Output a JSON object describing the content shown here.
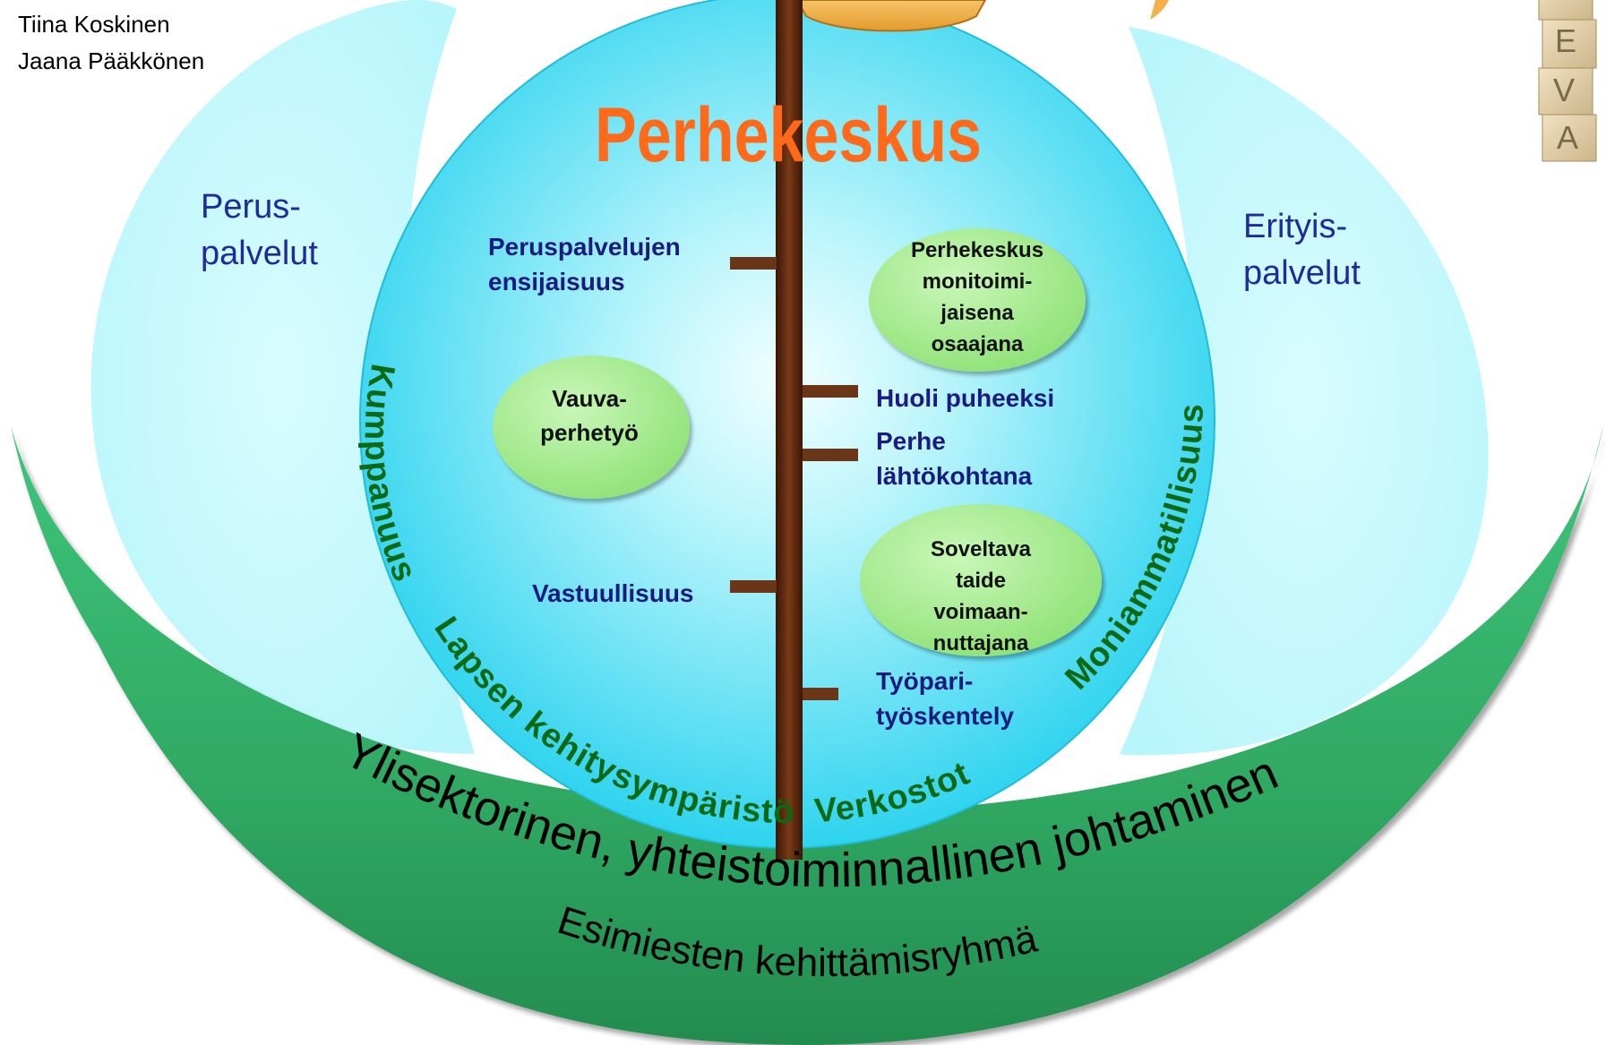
{
  "authors": [
    "Tiina Koskinen",
    "Jaana Pääkkönen"
  ],
  "title": "Perhekeskus",
  "left_service": [
    "Perus-",
    "palvelut"
  ],
  "right_service": [
    "Erityis-",
    "palvelut"
  ],
  "branches_left": [
    [
      "Peruspalvelujen",
      "ensijaisuus"
    ],
    [
      "Vastuullisuus"
    ]
  ],
  "branches_right": [
    [
      "Huoli puheeksi"
    ],
    [
      "Perhe",
      "lähtökohtana"
    ],
    [
      "Työpari-",
      "työskentely"
    ]
  ],
  "ellipses": [
    [
      "Perhekeskus",
      "monitoimi-",
      "jaisena",
      "osaajana"
    ],
    [
      "Vauva-",
      "perhetyö"
    ],
    [
      "Soveltava",
      "taide",
      "voimaan-",
      "nuttajana"
    ]
  ],
  "arc_text": {
    "left": "Kumppanuus",
    "bottom": "Lapsen kehitysympäristö  Verkostot",
    "right": "Moniammatillisuus"
  },
  "bowl_text": {
    "line1": "Ylisektorinen, yhteistoiminnallinen johtaminen",
    "line2": "Esimiesten kehittämisryhmä"
  },
  "logo_letters": [
    "E",
    "V",
    "A"
  ],
  "colors": {
    "title": "#ff6a1a",
    "blue_text": "#1a1a80",
    "service_text": "#1f2a9c",
    "arc_text": "#0a6a14",
    "circle": "#33d7f0",
    "pale_cyan": "#c6f9fc",
    "ellipse": "#a6ee94",
    "trunk": "#5a2a10",
    "bowl": "#34b36b"
  }
}
